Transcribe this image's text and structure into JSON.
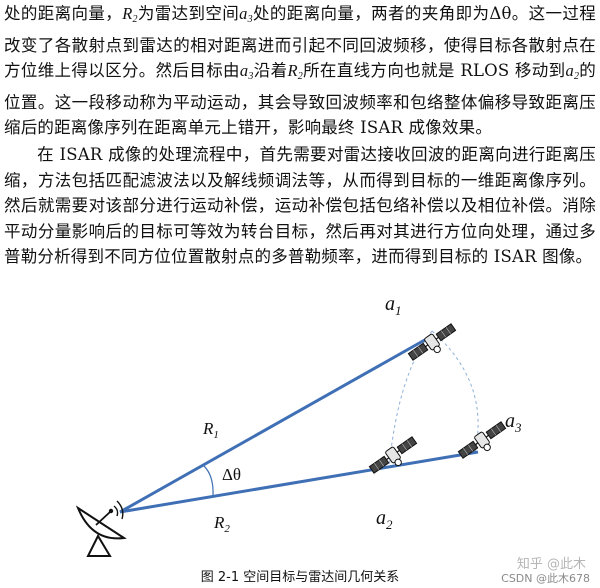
{
  "paragraph1": {
    "s1": "处的距离向量，",
    "r2": "R",
    "r2sub": "2",
    "s2": "为雷达到空间",
    "a3": "a",
    "a3sub": "3",
    "s3": "处的距离向量，两者的夹角即为Δθ。这一过程改变了各散射点到雷达的相对距离进而引起不同回波频移，使得目标各散射点在方位维上得以区分。然后目标由",
    "a3b": "a",
    "a3bsub": "3",
    "s4": "沿着",
    "r2b": "R",
    "r2bsub": "2",
    "s5": "所在直线方向也就是 RLOS 移动到",
    "a2": "a",
    "a2sub": "2",
    "s6": "的位置。这一段移动称为平动运动，其会导致回波频率和包络整体偏移导致距离压缩后的距离像序列在距离单元上错开，影响最终 ISAR 成像效果。"
  },
  "paragraph2": "在 ISAR 成像的处理流程中，首先需要对雷达接收回波的距离向进行距离压缩，方法包括匹配滤波法以及解线频调法等，从而得到目标的一维距离像序列。然后就需要对该部分进行运动补偿，运动补偿包括包络补偿以及相位补偿。消除平动分量影响后的目标可等效为转台目标，然后再对其进行方位向处理，通过多普勒分析得到不同方位位置散射点的多普勒频率，进而得到目标的 ISAR 图像。",
  "figure": {
    "label_a1": "a",
    "label_a1_sub": "1",
    "label_a2": "a",
    "label_a2_sub": "2",
    "label_a3": "a",
    "label_a3_sub": "3",
    "label_r1": "R",
    "label_r1_sub": "1",
    "label_r2": "R",
    "label_r2_sub": "2",
    "label_angle": "Δθ",
    "line_color": "#3f6fb5",
    "arc_color": "#8fb0d8",
    "icons": [
      "radar-dish-icon",
      "satellite-icon"
    ]
  },
  "caption": "图 2-1  空间目标与雷达间几何关系",
  "watermark_zhihu": "知乎 @此木",
  "watermark_csdn": "CSDN @此木678"
}
